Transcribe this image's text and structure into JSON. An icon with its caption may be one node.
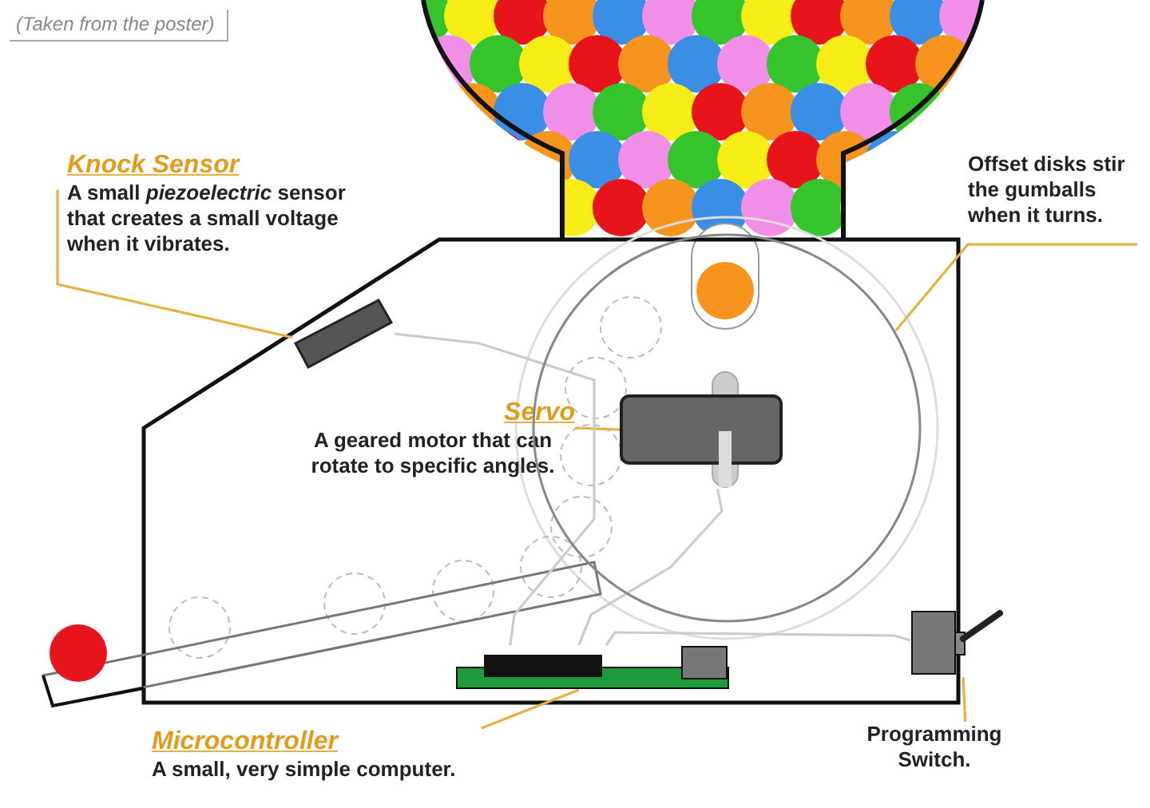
{
  "diagram": {
    "nodes": [
      {
        "text": [
          "Knock Sensor",
          "A small *piezoelectric* sensor that creates a small voltage when it vibrates."
        ]
      },
      {
        "text": [],
        "shape": "box"
      },
      {
        "text": [
          "Servo",
          "A geared motor that can rotate to specific angles."
        ]
      },
      {
        "text": [],
        "shape": "box",
        "in": 5
      },
      {
        "text": [
          "Offset disks stir the gumballs when it turns."
        ]
      },
      {
        "text": [],
        "shape": "circle"
      },
      {
        "text": [
          "Microcontroller",
          "A small, very simple computer."
        ]
      },
      {
        "text": [],
        "shape": "box"
      },
      {
        "text": [
          "Programming Switch."
        ]
      },
      {
        "text": [],
        "shape": "box"
      }
    ],
    "edges": [
      {
        "from": 0,
        "to": 1,
        "arrow": "none"
      },
      {
        "from": 2,
        "to": 3,
        "arrow": "none"
      },
      {
        "from": 4,
        "to": 5,
        "arrow": "none"
      },
      {
        "from": 6,
        "to": 7,
        "arrow": "none"
      },
      {
        "from": 8,
        "to": 9,
        "arrow": "none"
      },
      {
        "from": 1,
        "to": 7,
        "arrow": "none",
        "color": "#cccccc"
      },
      {
        "from": 3,
        "to": 7,
        "arrow": "none",
        "color": "#cccccc"
      },
      {
        "from": 7,
        "to": 9,
        "arrow": "none",
        "color": "#cccccc"
      }
    ],
    "labels": [
      "(Taken from the poster)"
    ]
  }
}
